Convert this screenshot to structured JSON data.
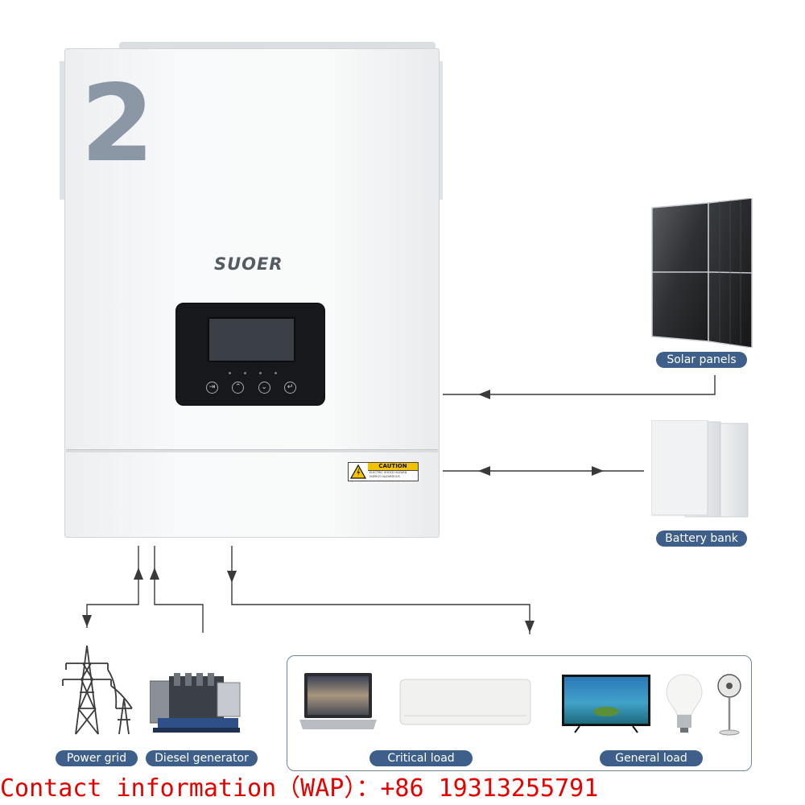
{
  "inverter": {
    "unit_number": "2",
    "brand": "SUOER",
    "caution": {
      "title": "CAUTION",
      "line1": "ELECTRIC SHOCK HAZARD",
      "line2": "ENERGY HAZARDOUS"
    },
    "buttons": [
      "enter-icon",
      "up-icon",
      "down-icon",
      "return-icon"
    ]
  },
  "components": {
    "solar_panels": "Solar panels",
    "battery_bank": "Battery bank",
    "power_grid": "Power grid",
    "diesel_generator": "Diesel generator",
    "critical_load": "Critical load",
    "general_load": "General load"
  },
  "contact": "Contact information（WAP）：+86 19313255791",
  "colors": {
    "label_bg": "#3e5f8a",
    "line": "#3a3a3a",
    "contact_text": "#e60000"
  }
}
